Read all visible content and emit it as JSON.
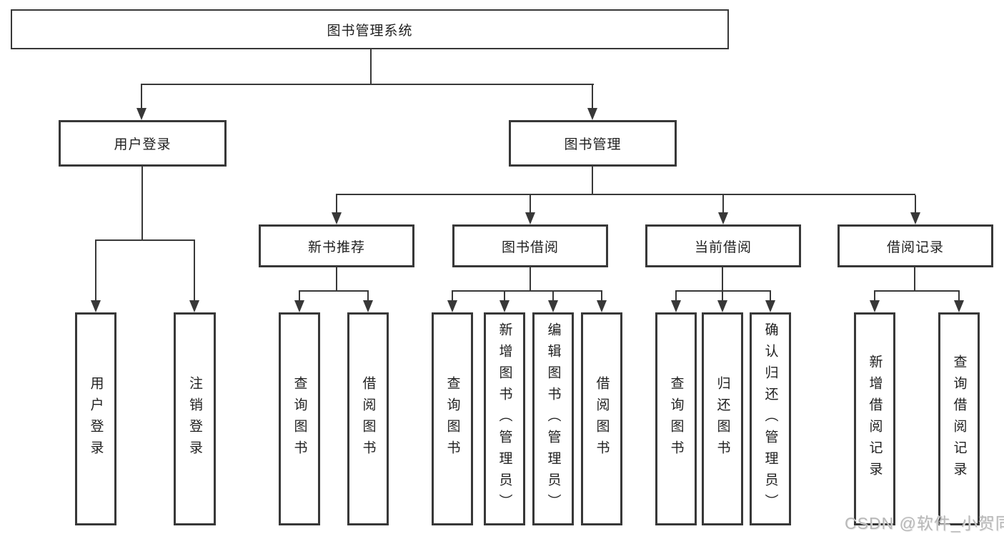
{
  "diagram": {
    "root": {
      "label": "图书管理系统"
    },
    "level2": [
      {
        "id": "user-login",
        "label": "用户登录"
      },
      {
        "id": "book-management",
        "label": "图书管理"
      }
    ],
    "level3": [
      {
        "id": "new-book-recommend",
        "label": "新书推荐"
      },
      {
        "id": "book-borrow",
        "label": "图书借阅"
      },
      {
        "id": "current-borrow",
        "label": "当前借阅"
      },
      {
        "id": "borrow-records",
        "label": "借阅记录"
      }
    ],
    "leaves": {
      "user_login": [
        "用户登录",
        "注销登录"
      ],
      "new_book_recommend": [
        "查询图书",
        "借阅图书"
      ],
      "book_borrow": [
        "查询图书",
        "新增图书（管理员）",
        "编辑图书（管理员）",
        "借阅图书"
      ],
      "current_borrow": [
        "查询图书",
        "归还图书",
        "确认归还（管理员）"
      ],
      "borrow_records": [
        "新增借阅记录",
        "查询借阅记录"
      ]
    },
    "watermark": "CSDN @软件_小贺同学",
    "colors": {
      "line": "#383838",
      "text": "#1f1f1f",
      "background": "#ffffff",
      "watermark": "#b8b8b8"
    }
  }
}
